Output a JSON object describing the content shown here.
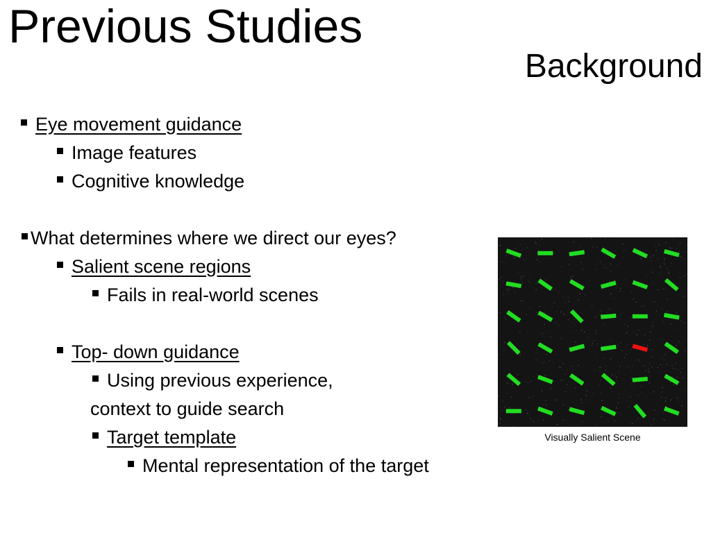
{
  "slide": {
    "title": "Previous Studies",
    "section": "Background"
  },
  "bullets": [
    {
      "level": 1,
      "text": "Eye movement guidance",
      "underline": true
    },
    {
      "level": 2,
      "text": "Image features",
      "underline": false
    },
    {
      "level": 2,
      "text": "Cognitive knowledge",
      "underline": false
    },
    {
      "level": 1,
      "text": "What determines where we direct our eyes?",
      "underline": false
    },
    {
      "level": 2,
      "text": "Salient scene regions",
      "underline": true
    },
    {
      "level": 3,
      "text": "Fails in real-world scenes",
      "underline": false
    },
    {
      "level": 2,
      "text": "Top- down guidance",
      "underline": true
    },
    {
      "level": 3,
      "text": "Using previous experience,",
      "underline": false
    },
    {
      "level": 3,
      "text": "context to guide search",
      "underline": false,
      "continuation": true
    },
    {
      "level": 3,
      "text": "Target template",
      "underline": true
    },
    {
      "level": 4,
      "text": "Mental representation of the target",
      "underline": false
    }
  ],
  "figure": {
    "caption": "Visually Salient Scene",
    "background_color": "#141414",
    "distractor_color": "#22dd22",
    "target_color": "#ee1111",
    "grid": {
      "rows": 6,
      "cols": 6
    },
    "orientations_deg": [
      [
        20,
        0,
        -8,
        30,
        25,
        15
      ],
      [
        10,
        35,
        30,
        -15,
        20,
        40
      ],
      [
        35,
        30,
        45,
        -5,
        0,
        10
      ],
      [
        45,
        30,
        -15,
        -8,
        15,
        35
      ],
      [
        40,
        20,
        35,
        40,
        -5,
        30
      ],
      [
        0,
        20,
        15,
        25,
        50,
        20
      ]
    ],
    "target": {
      "row": 3,
      "col": 4
    }
  }
}
